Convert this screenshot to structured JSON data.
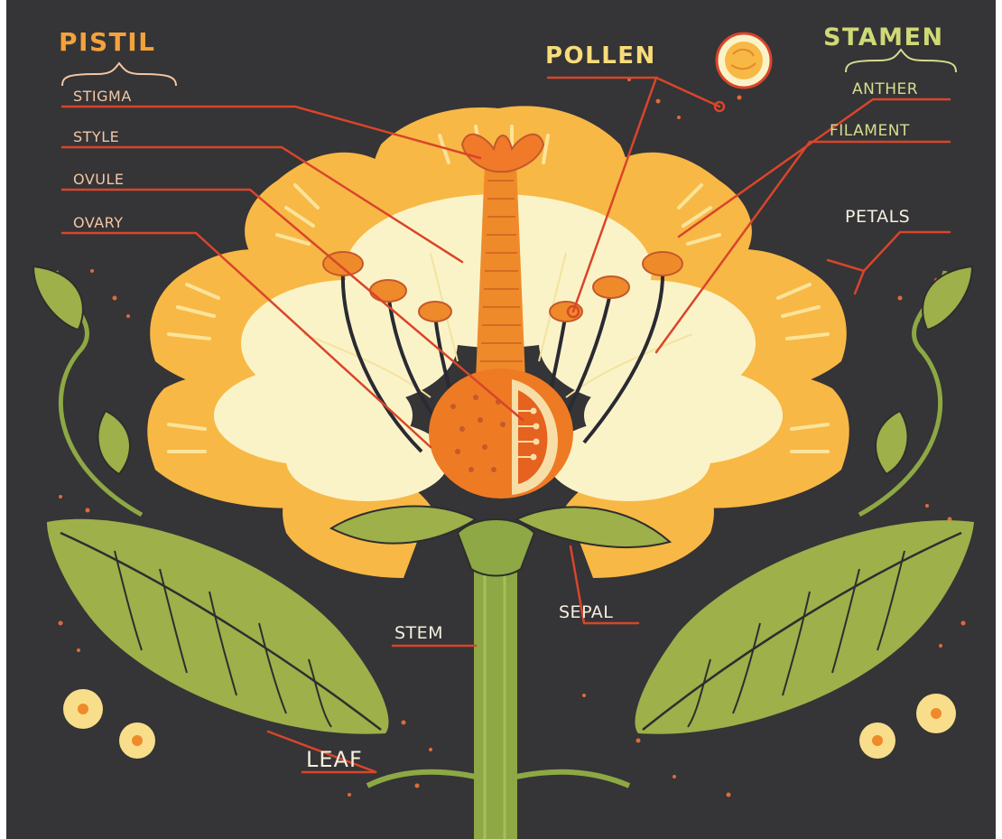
{
  "labels": {
    "pistil": "PISTIL",
    "stigma": "STIGMA",
    "style": "STYLE",
    "ovule": "OVULE",
    "ovary": "OVARY",
    "pollen": "POLLEN",
    "stamen": "STAMEN",
    "anther": "ANTHER",
    "filament": "FILAMENT",
    "petals": "PETALS",
    "sepal": "SEPAL",
    "stem": "STEM",
    "leaf": "LEAF"
  },
  "colors": {
    "background": "#353436",
    "pointer_line": "#D9452B",
    "pistil_title": "#F4A23A",
    "stamen_title": "#CFD976",
    "pollen_title": "#F7DC7A",
    "petal_outer": "#F8B845",
    "petal_inner": "#FBF3C8",
    "pistil_body": "#EF8A2B",
    "leaf": "#9DB04A",
    "stem": "#8DA844",
    "filament": "#2A2A33"
  }
}
